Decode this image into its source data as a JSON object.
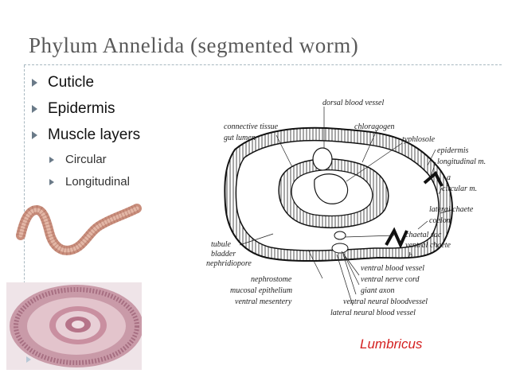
{
  "slide": {
    "title": "Phylum Annelida (segmented worm)",
    "bullets": [
      "Cuticle",
      "Epidermis",
      "Muscle layers"
    ],
    "sub_bullets": [
      "Circular",
      "Longitudinal"
    ]
  },
  "diagram": {
    "labels": {
      "dorsal_blood_vessel": "dorsal blood vessel",
      "connective_tissue": "connective tissue",
      "gut_lumen": "gut lumen",
      "chloragogen": "chloragogen",
      "typhlosole": "typhlosole",
      "epidermis": "epidermis",
      "longitudinal_m": "longitudinal m.",
      "a": "a",
      "circular_m": "circular m.",
      "lateral_chaete": "lateral chaete",
      "coelom": "coelom",
      "chaetal_sac": "chaetal sac",
      "ventral_chaete": "ventral chaete",
      "b": "b",
      "tubule": "tubule",
      "bladder": "bladder",
      "nephridiopore": "nephridiopore",
      "ventral_blood_vessel": "ventral blood vessel",
      "ventral_nerve_cord": "ventral nerve cord",
      "giant_axon": "giant axon",
      "ventral_neural_bloodvessel": "ventral neural bloodvessel",
      "lateral_neural_blood_vessel": "lateral neural blood vessel",
      "nephrostome": "nephrostome",
      "mucosal_epithelium": "mucosal epithelium",
      "ventral_mesentery": "ventral mesentery"
    },
    "caption": "Lumbricus"
  },
  "colors": {
    "caption": "#d42020",
    "title": "#5a5a5a",
    "bullet_arrow": "#6a7a88"
  }
}
